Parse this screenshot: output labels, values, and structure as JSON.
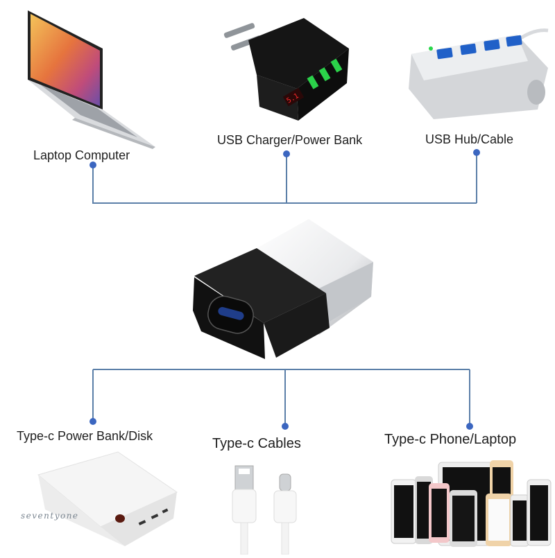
{
  "theme": {
    "line_color": "#5b7fa8",
    "dot_color": "#3b66c0",
    "text_color": "#1e1e1e"
  },
  "top_devices": [
    {
      "label": "Laptop Computer",
      "icon": "laptop-icon"
    },
    {
      "label": "USB Charger/Power Bank",
      "icon": "usb-charger-icon"
    },
    {
      "label": "USB Hub/Cable",
      "icon": "usb-hub-icon"
    }
  ],
  "center_device": {
    "icon": "usb-a-to-type-c-adapter-icon"
  },
  "bottom_devices": [
    {
      "label": "Type-c Power Bank/Disk",
      "icon": "power-bank-icon"
    },
    {
      "label": "Type-c Cables",
      "icon": "usb-cables-icon"
    },
    {
      "label": "Type-c Phone/Laptop",
      "icon": "phones-tablets-icon"
    }
  ],
  "watermark": "seventyone"
}
